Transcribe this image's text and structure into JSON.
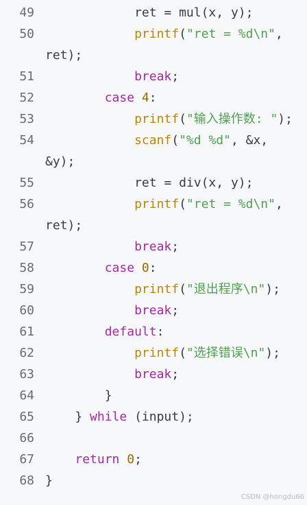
{
  "watermark": "CSDN @hongdu66",
  "lines": [
    {
      "num": "49",
      "indent": "        ",
      "tokens": [
        [
          "plain",
          "ret = mul(x, y);"
        ]
      ]
    },
    {
      "num": "50",
      "indent": "        ",
      "tokens": [
        [
          "fn",
          "printf"
        ],
        [
          "plain",
          "("
        ],
        [
          "str",
          "\"ret = %d\\n\""
        ],
        [
          "plain",
          ","
        ]
      ]
    },
    {
      "num": "",
      "indent": "",
      "tokens": [
        [
          "plain",
          "ret);"
        ]
      ]
    },
    {
      "num": "51",
      "indent": "        ",
      "tokens": [
        [
          "kw",
          "break"
        ],
        [
          "plain",
          ";"
        ]
      ]
    },
    {
      "num": "52",
      "indent": "    ",
      "tokens": [
        [
          "kw",
          "case"
        ],
        [
          "plain",
          " "
        ],
        [
          "num",
          "4"
        ],
        [
          "plain",
          ":"
        ]
      ]
    },
    {
      "num": "53",
      "indent": "        ",
      "tokens": [
        [
          "fn",
          "printf"
        ],
        [
          "plain",
          "("
        ],
        [
          "str",
          "\"输入操作数: \""
        ],
        [
          "plain",
          ");"
        ]
      ]
    },
    {
      "num": "54",
      "indent": "        ",
      "tokens": [
        [
          "fn",
          "scanf"
        ],
        [
          "plain",
          "("
        ],
        [
          "str",
          "\"%d %d\""
        ],
        [
          "plain",
          ", &x,"
        ]
      ]
    },
    {
      "num": "",
      "indent": "",
      "tokens": [
        [
          "plain",
          "&y);"
        ]
      ]
    },
    {
      "num": "55",
      "indent": "        ",
      "tokens": [
        [
          "plain",
          "ret = div(x, y);"
        ]
      ]
    },
    {
      "num": "56",
      "indent": "        ",
      "tokens": [
        [
          "fn",
          "printf"
        ],
        [
          "plain",
          "("
        ],
        [
          "str",
          "\"ret = %d\\n\""
        ],
        [
          "plain",
          ","
        ]
      ]
    },
    {
      "num": "",
      "indent": "",
      "tokens": [
        [
          "plain",
          "ret);"
        ]
      ]
    },
    {
      "num": "57",
      "indent": "        ",
      "tokens": [
        [
          "kw",
          "break"
        ],
        [
          "plain",
          ";"
        ]
      ]
    },
    {
      "num": "58",
      "indent": "    ",
      "tokens": [
        [
          "kw",
          "case"
        ],
        [
          "plain",
          " "
        ],
        [
          "num",
          "0"
        ],
        [
          "plain",
          ":"
        ]
      ]
    },
    {
      "num": "59",
      "indent": "        ",
      "tokens": [
        [
          "fn",
          "printf"
        ],
        [
          "plain",
          "("
        ],
        [
          "str",
          "\"退出程序\\n\""
        ],
        [
          "plain",
          ");"
        ]
      ]
    },
    {
      "num": "60",
      "indent": "        ",
      "tokens": [
        [
          "kw",
          "break"
        ],
        [
          "plain",
          ";"
        ]
      ]
    },
    {
      "num": "61",
      "indent": "    ",
      "tokens": [
        [
          "kw",
          "default"
        ],
        [
          "plain",
          ":"
        ]
      ]
    },
    {
      "num": "62",
      "indent": "        ",
      "tokens": [
        [
          "fn",
          "printf"
        ],
        [
          "plain",
          "("
        ],
        [
          "str",
          "\"选择错误\\n\""
        ],
        [
          "plain",
          ");"
        ]
      ]
    },
    {
      "num": "63",
      "indent": "        ",
      "tokens": [
        [
          "kw",
          "break"
        ],
        [
          "plain",
          ";"
        ]
      ]
    },
    {
      "num": "64",
      "indent": "    ",
      "tokens": [
        [
          "plain",
          "}"
        ]
      ]
    },
    {
      "num": "65",
      "indent": "",
      "tokens": [
        [
          "plain",
          "} "
        ],
        [
          "kw",
          "while"
        ],
        [
          "plain",
          " (input);"
        ]
      ]
    },
    {
      "num": "66",
      "indent": "",
      "tokens": []
    },
    {
      "num": "67",
      "indent": "",
      "tokens": [
        [
          "kw",
          "return"
        ],
        [
          "plain",
          " "
        ],
        [
          "num",
          "0"
        ],
        [
          "plain",
          ";"
        ]
      ]
    },
    {
      "num": "68",
      "indent": "",
      "tokens": [
        [
          "plain",
          "}"
        ]
      ],
      "base_indent": "none"
    }
  ]
}
